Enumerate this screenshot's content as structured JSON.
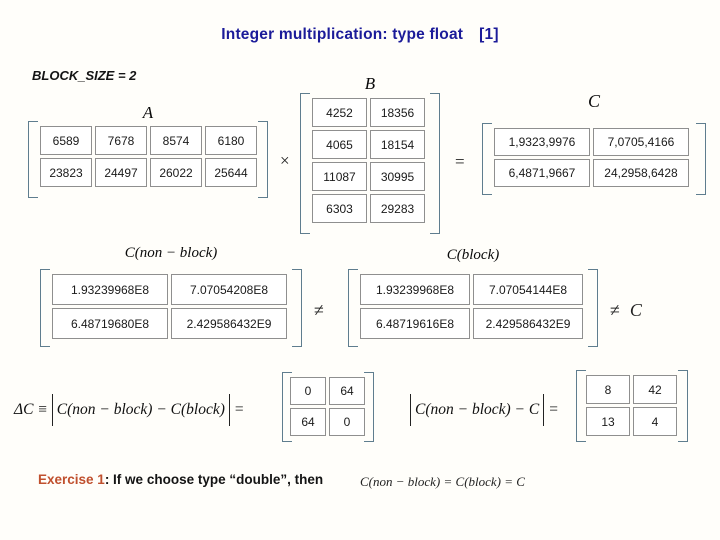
{
  "title": {
    "text": "Integer multiplication: type float",
    "ref": "[1]"
  },
  "block_size_label": "BLOCK_SIZE = 2",
  "matrices": {
    "a": {
      "label": "A",
      "rows": [
        [
          "6589",
          "7678",
          "8574",
          "6180"
        ],
        [
          "23823",
          "24497",
          "26022",
          "25644"
        ]
      ]
    },
    "b": {
      "label": "B",
      "rows": [
        [
          "4252",
          "18356"
        ],
        [
          "4065",
          "18154"
        ],
        [
          "11087",
          "30995"
        ],
        [
          "6303",
          "29283"
        ]
      ]
    },
    "c": {
      "label": "C",
      "rows": [
        [
          "1,9323,9976",
          "7,0705,4166"
        ],
        [
          "6,4871,9667",
          "24,2958,6428"
        ]
      ]
    },
    "c_nonblock": {
      "label": "C(non − block)",
      "rows": [
        [
          "1.93239968E8",
          "7.07054208E8"
        ],
        [
          "6.48719680E8",
          "2.429586432E9"
        ]
      ]
    },
    "c_block": {
      "label": "C(block)",
      "rows": [
        [
          "1.93239968E8",
          "7.07054144E8"
        ],
        [
          "6.48719616E8",
          "2.429586432E9"
        ]
      ]
    },
    "delta": {
      "rows": [
        [
          "0",
          "64"
        ],
        [
          "64",
          "0"
        ]
      ]
    },
    "absdiff": {
      "rows": [
        [
          "8",
          "42"
        ],
        [
          "13",
          "4"
        ]
      ]
    }
  },
  "operators": {
    "times": "×",
    "equals": "=",
    "neq": "≠",
    "c_var": "C"
  },
  "formulas": {
    "delta_lead": "ΔC ≡",
    "delta_inner": "C(non − block) − C(block)",
    "abs_inner": "C(non − block) − C",
    "equals": "=",
    "conclusion": "C(non − block) = C(block) = C"
  },
  "exercise": {
    "prefix": "Exercise 1",
    "rest": ": If we choose type “double”, then"
  },
  "colors": {
    "title": "#1b1b99",
    "exercise_accent": "#c0502e",
    "bracket": "#5f7d8e",
    "cell_border": "#8f8f8f",
    "background": "#fffefa"
  }
}
